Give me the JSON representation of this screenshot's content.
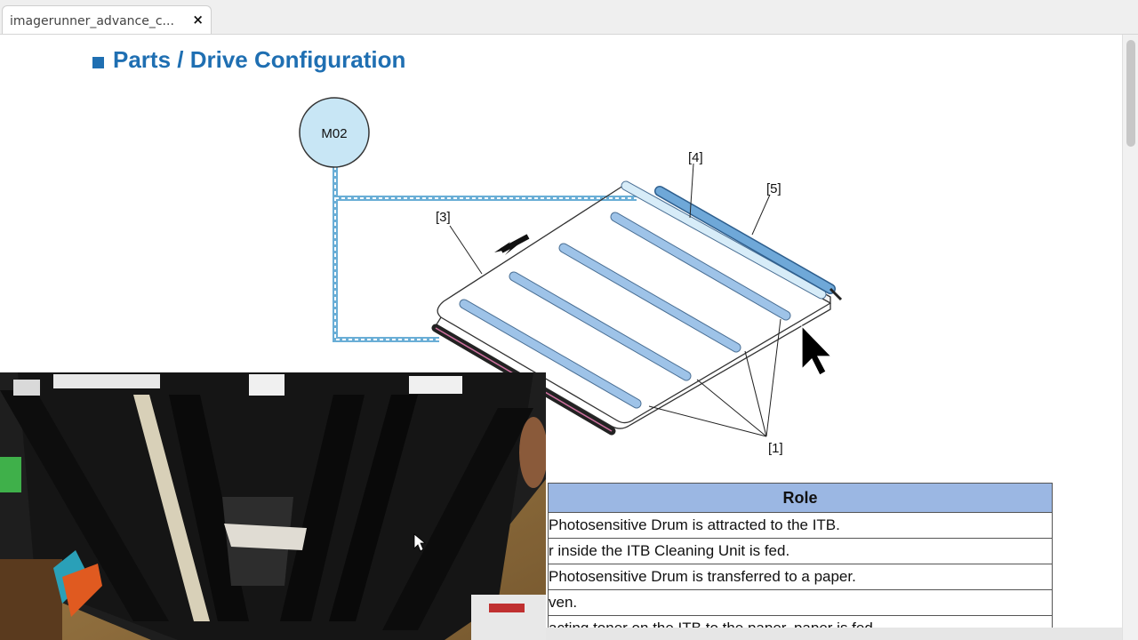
{
  "tab": {
    "title": "imagerunner_advance_c...",
    "close": "×"
  },
  "page": {
    "bullet": "■",
    "heading": "Parts / Drive Configuration"
  },
  "diagram": {
    "motor_label": "M02",
    "callouts": [
      "[1]",
      "[3]",
      "[4]",
      "[5]"
    ]
  },
  "table": {
    "header": "Role",
    "rows": [
      "Photosensitive Drum is attracted to the ITB.",
      "r inside the ITB Cleaning Unit is fed.",
      "Photosensitive Drum is transferred to a paper.",
      "ven.",
      "acting toner on the ITB to the paper, paper is fed."
    ]
  },
  "colors": {
    "heading": "#1f6fb2",
    "table_header": "#9bb7e3",
    "roller": "#9ec3e8",
    "motor": "#c8e6f5"
  }
}
